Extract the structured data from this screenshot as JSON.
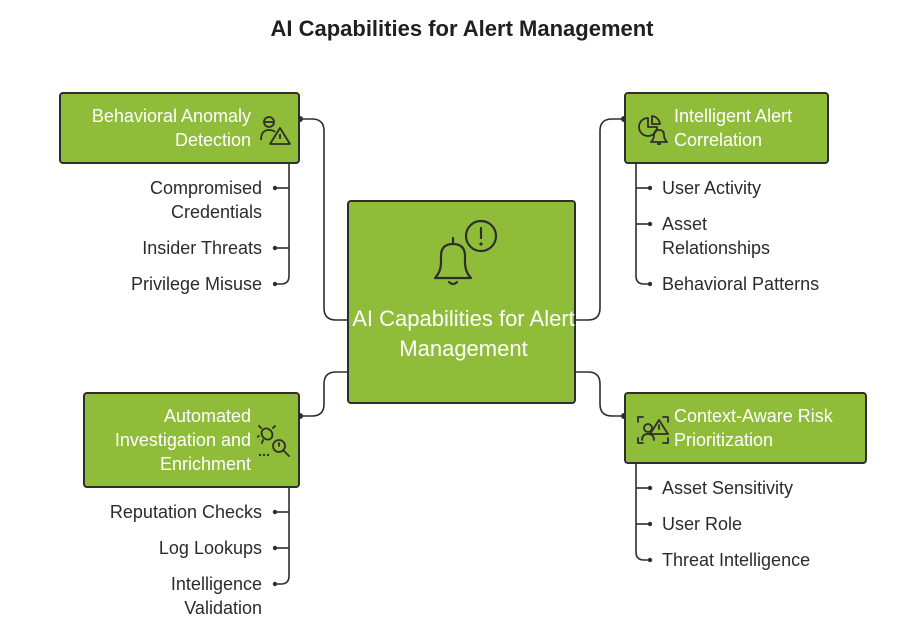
{
  "title": "AI Capabilities for Alert Management",
  "center": {
    "label": "AI Capabilities for Alert Management",
    "icon": "bell-alert-icon"
  },
  "branches": [
    {
      "label": "Behavioral Anomaly Detection",
      "icon": "user-warning-icon",
      "items": [
        "Compromised Credentials",
        "Insider Threats",
        "Privilege Misuse"
      ]
    },
    {
      "label": "Intelligent Alert Correlation",
      "icon": "chart-bell-icon",
      "items": [
        "User Activity",
        "Asset Relationships",
        "Behavioral Patterns"
      ]
    },
    {
      "label": "Automated Investigation and Enrichment",
      "icon": "bug-search-icon",
      "items": [
        "Reputation Checks",
        "Log Lookups",
        "Intelligence Validation"
      ]
    },
    {
      "label": "Context-Aware Risk Prioritization",
      "icon": "scan-warning-icon",
      "items": [
        "Asset Sensitivity",
        "User Role",
        "Threat Intelligence"
      ]
    }
  ],
  "colors": {
    "box_fill": "#8fbd3a",
    "box_border": "#2e2e2e",
    "line": "#2e2e2e"
  }
}
